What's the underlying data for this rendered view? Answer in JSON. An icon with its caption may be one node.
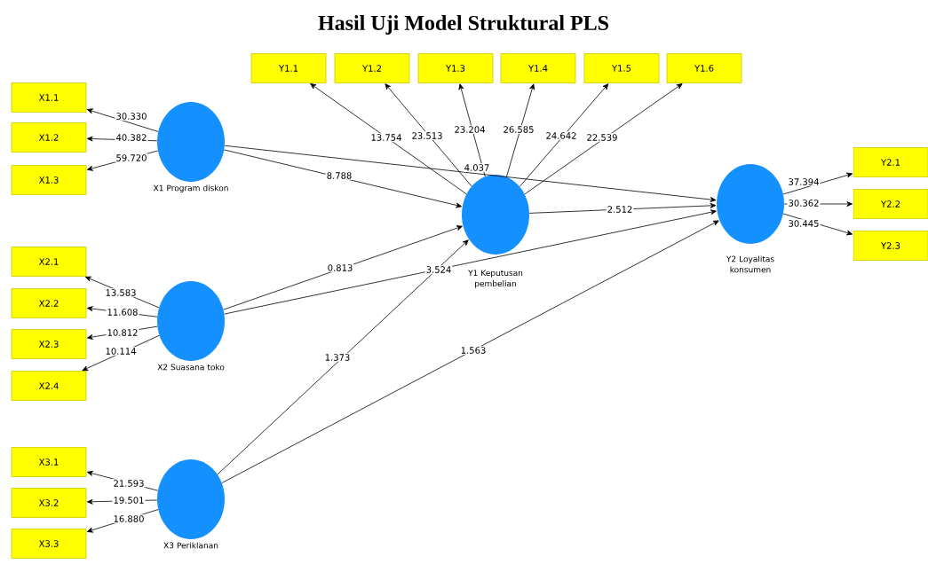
{
  "diagram": {
    "title": "Hasil Uji Model Struktural PLS",
    "nodes": [
      {
        "text": [
          "X1 Program diskon"
        ]
      },
      {
        "text": [
          "X2 Suasana toko"
        ]
      },
      {
        "text": [
          "X3 Periklanan"
        ]
      },
      {
        "text": [
          "Y1 Keputusan pembelian"
        ]
      },
      {
        "text": [
          "Y2 Loyalitas konsumen"
        ]
      },
      {
        "text": [
          "X1.1"
        ]
      },
      {
        "text": [
          "X1.2"
        ]
      },
      {
        "text": [
          "X1.3"
        ]
      },
      {
        "text": [
          "X2.1"
        ]
      },
      {
        "text": [
          "X2.2"
        ]
      },
      {
        "text": [
          "X2.3"
        ]
      },
      {
        "text": [
          "X2.4"
        ]
      },
      {
        "text": [
          "X3.1"
        ]
      },
      {
        "text": [
          "X3.2"
        ]
      },
      {
        "text": [
          "X3.3"
        ]
      },
      {
        "text": [
          "Y1.1"
        ]
      },
      {
        "text": [
          "Y1.2"
        ]
      },
      {
        "text": [
          "Y1.3"
        ]
      },
      {
        "text": [
          "Y1.4"
        ]
      },
      {
        "text": [
          "Y1.5"
        ]
      },
      {
        "text": [
          "Y1.6"
        ]
      },
      {
        "text": [
          "Y2.1"
        ]
      },
      {
        "text": [
          "Y2.2"
        ]
      },
      {
        "text": [
          "Y2.3"
        ]
      }
    ],
    "edges": [
      {
        "from": 0,
        "to": 5,
        "arrow": "to",
        "label": "30.330"
      },
      {
        "from": 0,
        "to": 6,
        "arrow": "to",
        "label": "40.382"
      },
      {
        "from": 0,
        "to": 7,
        "arrow": "to",
        "label": "59.720"
      },
      {
        "from": 1,
        "to": 8,
        "arrow": "to",
        "label": "13.583"
      },
      {
        "from": 1,
        "to": 9,
        "arrow": "to",
        "label": "11.608"
      },
      {
        "from": 1,
        "to": 10,
        "arrow": "to",
        "label": "10.812"
      },
      {
        "from": 1,
        "to": 11,
        "arrow": "to",
        "label": "10.114"
      },
      {
        "from": 2,
        "to": 12,
        "arrow": "to",
        "label": "21.593"
      },
      {
        "from": 2,
        "to": 13,
        "arrow": "to",
        "label": "19.501"
      },
      {
        "from": 2,
        "to": 14,
        "arrow": "to",
        "label": "16.880"
      },
      {
        "from": 3,
        "to": 15,
        "arrow": "to",
        "label": "13.754"
      },
      {
        "from": 3,
        "to": 16,
        "arrow": "to",
        "label": "23.513"
      },
      {
        "from": 3,
        "to": 17,
        "arrow": "to",
        "label": "23.204"
      },
      {
        "from": 3,
        "to": 18,
        "arrow": "to",
        "label": "26.585"
      },
      {
        "from": 3,
        "to": 19,
        "arrow": "to",
        "label": "24.642"
      },
      {
        "from": 3,
        "to": 20,
        "arrow": "to",
        "label": "22.539"
      },
      {
        "from": 4,
        "to": 21,
        "arrow": "to",
        "label": "37.394"
      },
      {
        "from": 4,
        "to": 22,
        "arrow": "to",
        "label": "30.362"
      },
      {
        "from": 4,
        "to": 23,
        "arrow": "to",
        "label": "30.445"
      },
      {
        "from": 0,
        "to": 3,
        "arrow": "to",
        "label": "8.788"
      },
      {
        "from": 0,
        "to": 4,
        "arrow": "to",
        "label": "4.037"
      },
      {
        "from": 1,
        "to": 3,
        "arrow": "to",
        "label": "0.813"
      },
      {
        "from": 1,
        "to": 4,
        "arrow": "to",
        "label": "3.524"
      },
      {
        "from": 2,
        "to": 3,
        "arrow": "to",
        "label": "1.373"
      },
      {
        "from": 2,
        "to": 4,
        "arrow": "to",
        "label": "1.563"
      },
      {
        "from": 3,
        "to": 4,
        "arrow": "to",
        "label": "2.512"
      }
    ]
  }
}
